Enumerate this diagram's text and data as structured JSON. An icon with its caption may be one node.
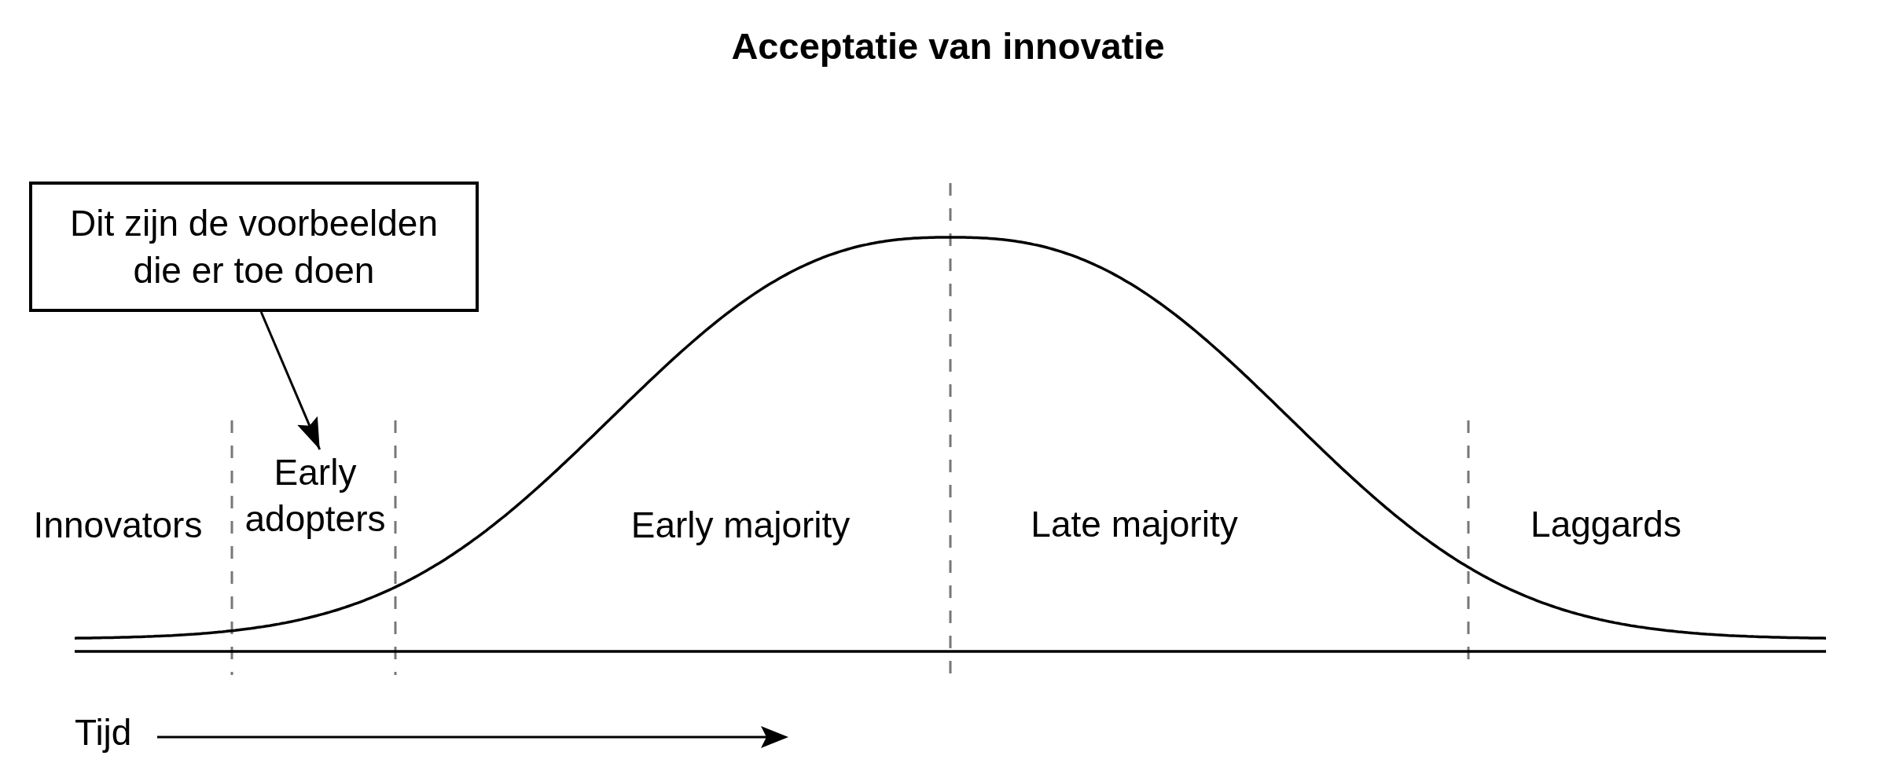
{
  "diagram": {
    "title": "Acceptatie van innovatie",
    "nodes": [
      {
        "text": [
          "Dit zijn de voorbeelden die er toe doen"
        ]
      },
      {
        "text": [
          "Early adopters"
        ]
      }
    ],
    "edges": [
      {
        "from": 0,
        "to": 1,
        "arrow": "to"
      }
    ],
    "labels": [
      "Innovators",
      "Early majority",
      "Late majority",
      "Laggards",
      "Tijd"
    ]
  }
}
